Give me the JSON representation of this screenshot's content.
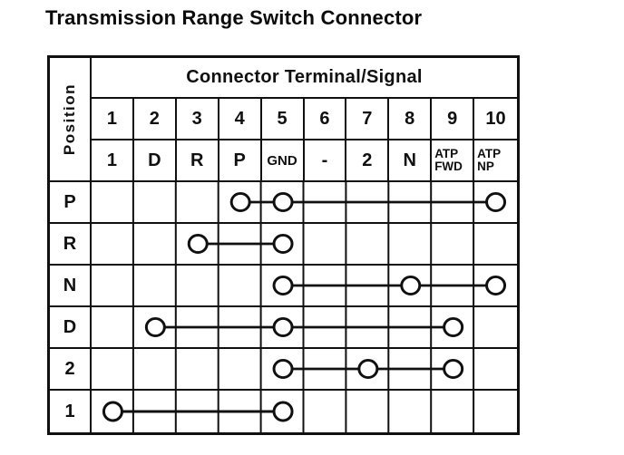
{
  "title": "Transmission Range Switch Connector",
  "colors": {
    "ink": "#101010",
    "paper": "#ffffff"
  },
  "table": {
    "position_header": "Position",
    "terminal_header": "Connector Terminal/Signal",
    "terminals": [
      "1",
      "2",
      "3",
      "4",
      "5",
      "6",
      "7",
      "8",
      "9",
      "10"
    ],
    "signals": [
      "1",
      "D",
      "R",
      "P",
      "GND",
      "-",
      "2",
      "N",
      "ATP FWD",
      "ATP NP"
    ],
    "rows": [
      {
        "position": "P",
        "connected_terminals": [
          4,
          5,
          10
        ]
      },
      {
        "position": "R",
        "connected_terminals": [
          3,
          5
        ]
      },
      {
        "position": "N",
        "connected_terminals": [
          5,
          8,
          10
        ]
      },
      {
        "position": "D",
        "connected_terminals": [
          2,
          5,
          9
        ]
      },
      {
        "position": "2",
        "connected_terminals": [
          5,
          7,
          9
        ]
      },
      {
        "position": "1",
        "connected_terminals": [
          1,
          5
        ]
      }
    ]
  }
}
